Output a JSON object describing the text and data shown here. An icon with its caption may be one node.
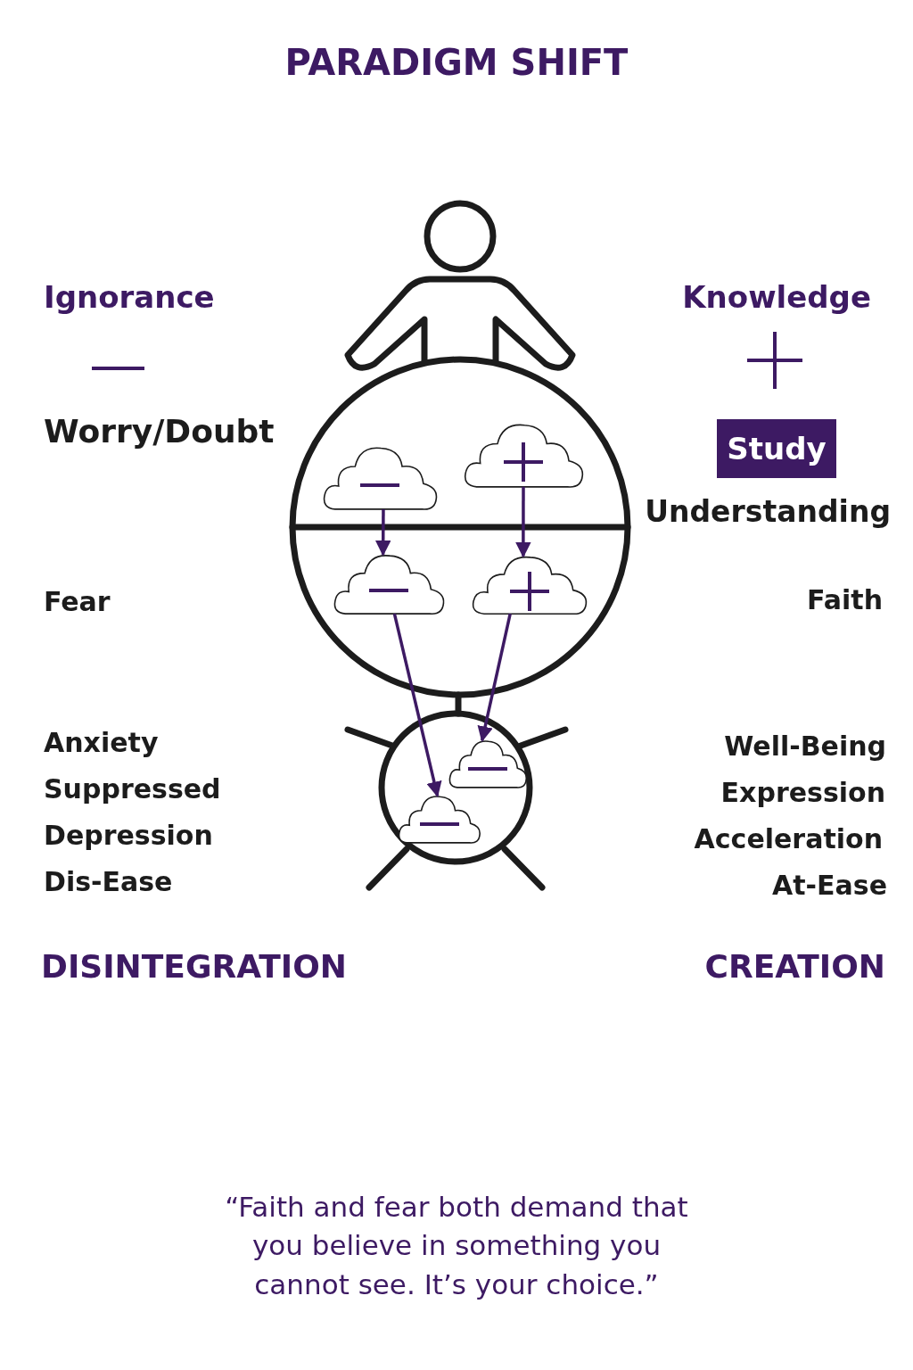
{
  "diagram": {
    "title": "PARADIGM SHIFT",
    "caption": "“Faith and fear both demand that you believe in something you cannot see.   It’s your choice.”",
    "nodes": [
      {
        "text": [],
        "shape": "cloud"
      },
      {
        "text": [],
        "shape": "cloud"
      },
      {
        "text": [],
        "shape": "cloud"
      },
      {
        "text": [],
        "shape": "cloud"
      },
      {
        "text": [],
        "shape": "cloud"
      },
      {
        "text": [],
        "shape": "cloud"
      },
      {
        "text": [
          "Study"
        ]
      }
    ],
    "edges": [
      {
        "from": 0,
        "to": 2,
        "arrow": "to"
      },
      {
        "from": 1,
        "to": 3,
        "arrow": "to"
      },
      {
        "from": 2,
        "to": 5,
        "arrow": "to"
      },
      {
        "from": 3,
        "to": 4,
        "arrow": "to"
      }
    ],
    "labels": [
      "Ignorance",
      "Knowledge",
      "Worry/Doubt",
      "Understanding",
      "Fear",
      "Faith",
      "Anxiety",
      "Well-Being",
      "Suppressed",
      "Expression",
      "Depression",
      "Acceleration",
      "Dis-Ease",
      "At-Ease",
      "DISINTEGRATION",
      "CREATION"
    ]
  }
}
